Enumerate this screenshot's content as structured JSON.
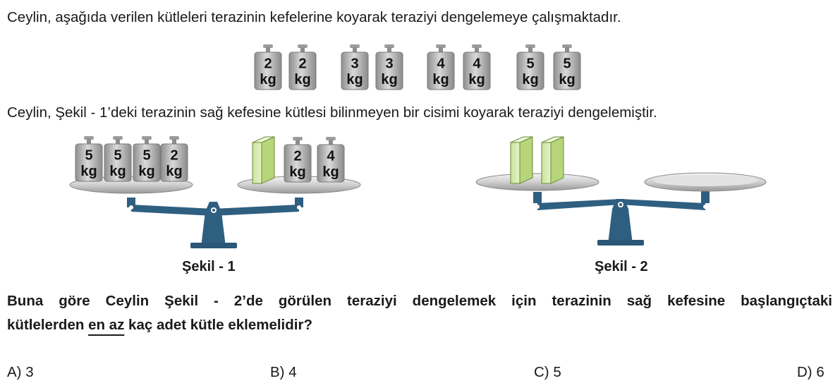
{
  "intro_text": "Ceylin, aşağıda verilen kütleleri terazinin kefelerine koyarak teraziyi dengelemeye çalışmaktadır.",
  "setup_text": "Ceylin, Şekil - 1’deki terazinin sağ kefesine kütlesi bilinmeyen bir cisimi koyarak teraziyi dengelemiştir.",
  "unit": "kg",
  "available_masses": [
    "2",
    "2",
    "3",
    "3",
    "4",
    "4",
    "5",
    "5"
  ],
  "figure1": {
    "caption": "Şekil - 1",
    "left_pan": [
      "5",
      "5",
      "5",
      "2"
    ],
    "right_pan": [
      "2",
      "4"
    ]
  },
  "figure2": {
    "caption": "Şekil - 2"
  },
  "question": {
    "line1": "Buna göre Ceylin Şekil - 2’de görülen teraziyi dengelemek için terazinin sağ kefesine başlangıçtaki",
    "line2_before": "kütlelerden ",
    "line2_emph": "en az",
    "line2_after": " kaç adet kütle eklemelidir?"
  },
  "options": [
    "A) 3",
    "B) 4",
    "C) 5",
    "D) 6"
  ],
  "colors": {
    "scale_body": "#2f5f80",
    "pan": "#c8c8c8",
    "weight": "#a9a9a9",
    "box": "#d6eaa6"
  }
}
